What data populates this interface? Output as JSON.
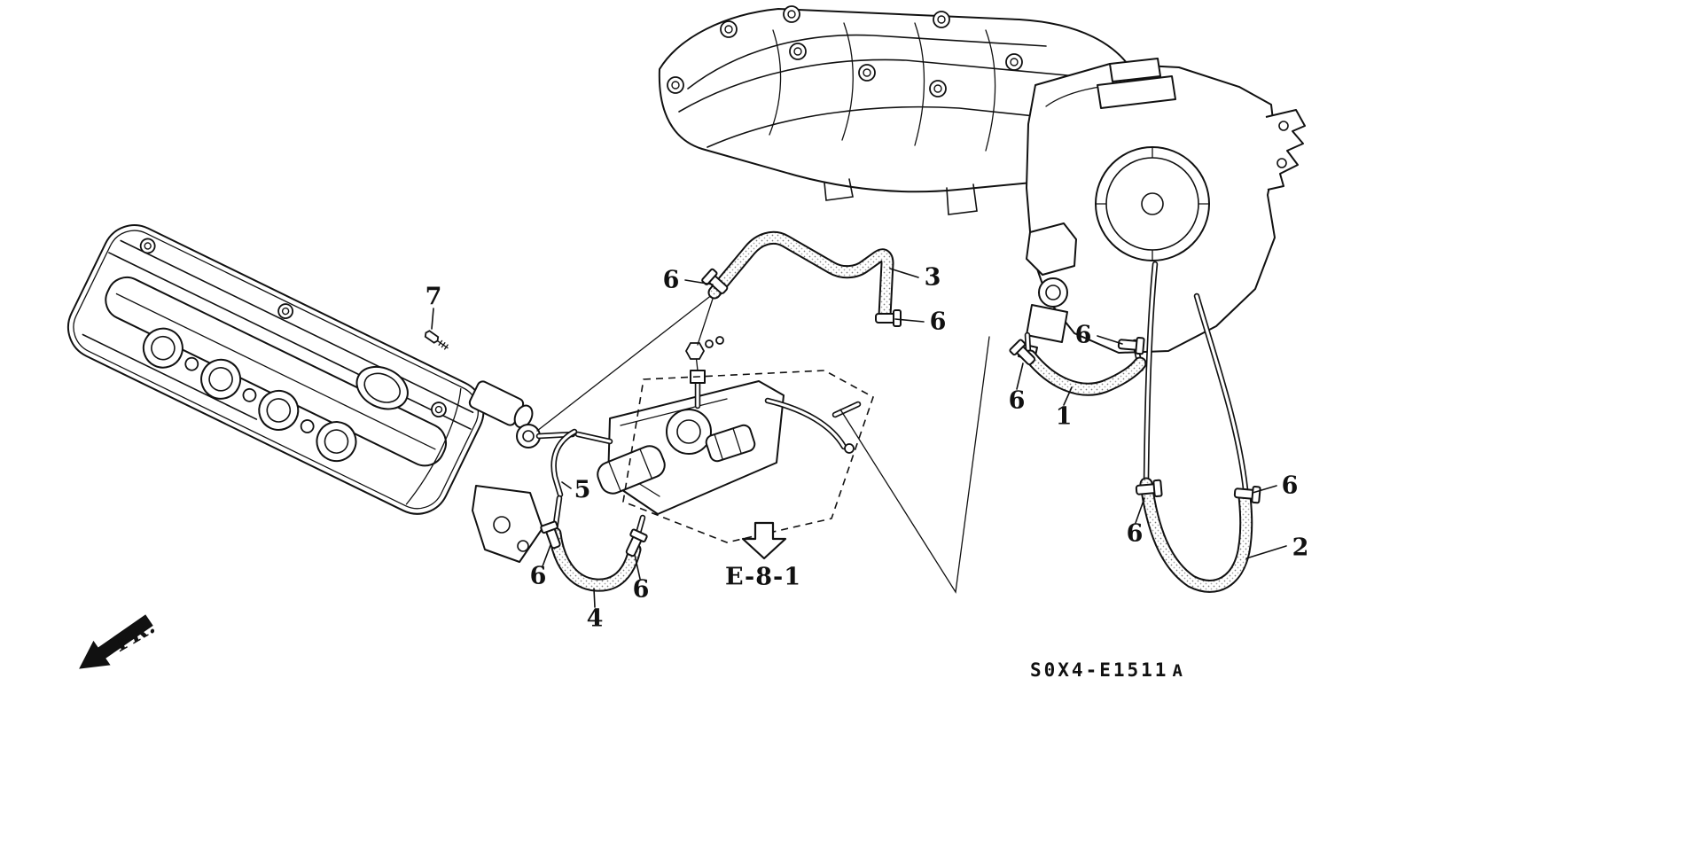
{
  "diagram": {
    "code": "S0X4-E1511",
    "code_suffix": "A",
    "reference_label": "E-8-1",
    "direction_label": "FR.",
    "line_color": "#111111",
    "background_color": "#ffffff",
    "callouts": [
      {
        "label": "7",
        "target": "cover-bolt"
      },
      {
        "label": "6",
        "target": "hose-3-left-clamp"
      },
      {
        "label": "3",
        "target": "hose-3"
      },
      {
        "label": "6",
        "target": "hose-3-right-clamp"
      },
      {
        "label": "6",
        "target": "throttle-pipe-clamp"
      },
      {
        "label": "6",
        "target": "hose-1-left-clamp"
      },
      {
        "label": "1",
        "target": "hose-1"
      },
      {
        "label": "6",
        "target": "hose-2-left-clamp"
      },
      {
        "label": "6",
        "target": "hose-2-right-clamp"
      },
      {
        "label": "2",
        "target": "hose-2"
      },
      {
        "label": "5",
        "target": "breather-tube"
      },
      {
        "label": "6",
        "target": "hose-4-left-clamp"
      },
      {
        "label": "6",
        "target": "hose-4-right-clamp"
      },
      {
        "label": "4",
        "target": "hose-4"
      }
    ],
    "components": [
      "intake-manifold",
      "throttle-body",
      "valve-cover",
      "breather-assembly",
      "breather-hoses",
      "hose-clamps"
    ]
  }
}
